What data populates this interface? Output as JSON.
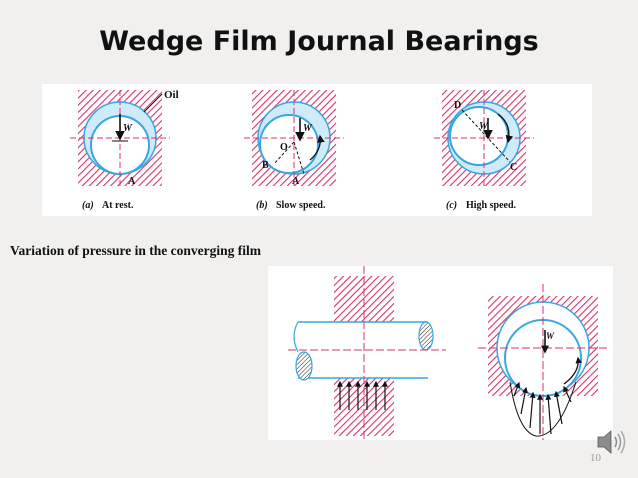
{
  "slide": {
    "title": "Wedge Film Journal Bearings",
    "subtitle": "Variation of pressure in the converging film",
    "page_number": "10"
  },
  "figure_top": {
    "oil_label": "Oil",
    "load_label": "W",
    "point_a": "A",
    "point_b": "B",
    "point_c": "C",
    "point_d": "D",
    "center_o": "O",
    "caption_a_tag": "(a)",
    "caption_a": "At rest.",
    "caption_b_tag": "(b)",
    "caption_b": "Slow speed.",
    "caption_c_tag": "(c)",
    "caption_c": "High speed."
  },
  "figure_bottom": {
    "load_label": "W"
  },
  "colors": {
    "hatch": "#d6336c",
    "journal": "#3aa6e0",
    "oil_film": "#cfeaf8",
    "centerline": "#d6336c"
  },
  "icons": {
    "audio": "speaker-icon"
  }
}
